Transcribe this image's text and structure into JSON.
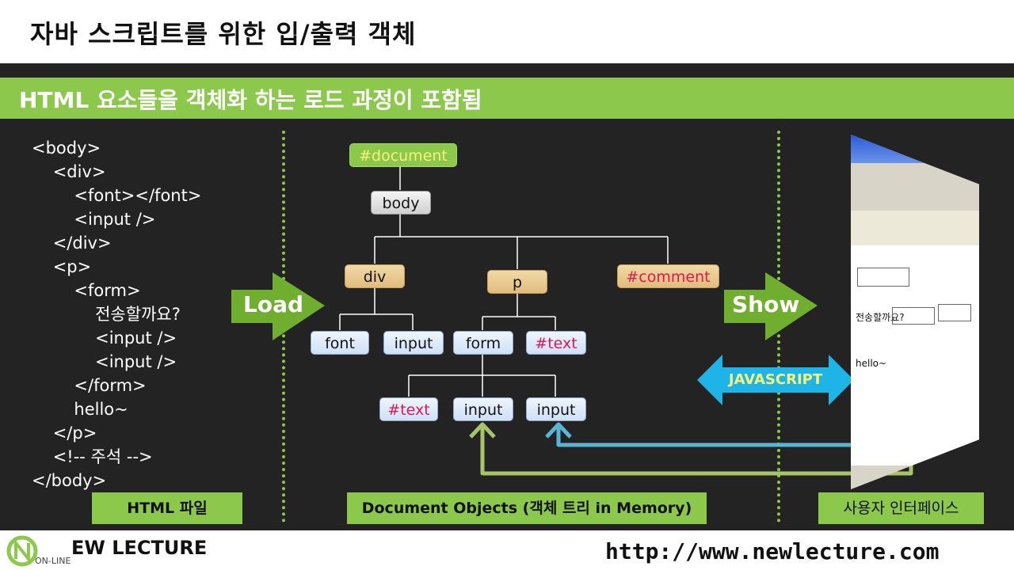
{
  "title": "자바 스크립트를 위한 입/출력 객체",
  "subtitle": "HTML 요소들을 객체화 하는 로드 과정이 포함됨",
  "html_code": "<body>\n    <div>\n        <font></font>\n        <input />\n    </div>\n    <p>\n        <form>\n            전송할까요?\n            <input />\n            <input />\n        </form>\n        hello~\n    </p>\n    <!-- 주석 -->\n</body>",
  "tree": {
    "document": "#document",
    "body": "body",
    "div": "div",
    "p": "p",
    "comment": "#comment",
    "font": "font",
    "input1": "input",
    "form": "form",
    "text1": "#text",
    "text2": "#text",
    "input2": "input",
    "input3": "input"
  },
  "arrows": {
    "load": "Load",
    "show": "Show",
    "javascript": "JAVASCRIPT"
  },
  "labels": {
    "html_file": "HTML 파일",
    "document_objects": "Document Objects (객체 트리 in Memory)",
    "user_interface": "사용자 인터페이스"
  },
  "browser": {
    "form_text": "전송할까요?",
    "hello": "hello~"
  },
  "footer": {
    "logo": "EW LECTURE",
    "logo_sub": "ON-LINE",
    "url": "http://www.newlecture.com"
  },
  "colors": {
    "green": "#8cc84b",
    "pink_text": "#e0184f",
    "cyan": "#1fb4e8",
    "doc_text": "#f7f27a"
  }
}
